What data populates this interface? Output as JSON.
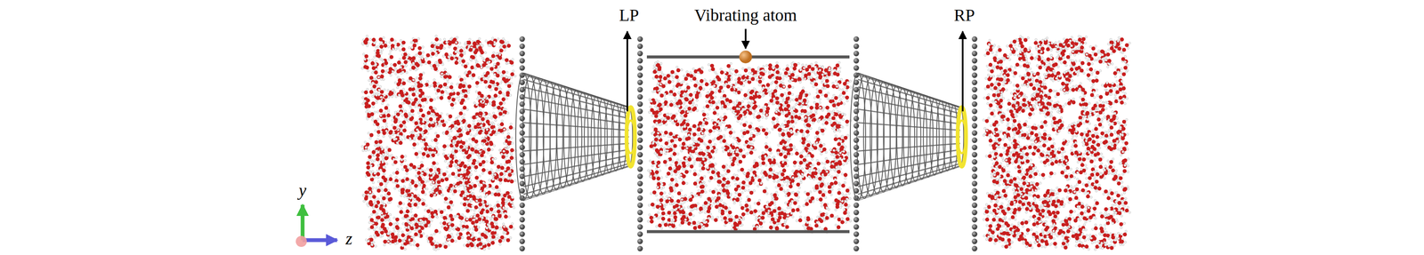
{
  "diagram": {
    "labels": [
      "LP",
      "Vibrating atom",
      "RP",
      "y",
      "z"
    ]
  }
}
